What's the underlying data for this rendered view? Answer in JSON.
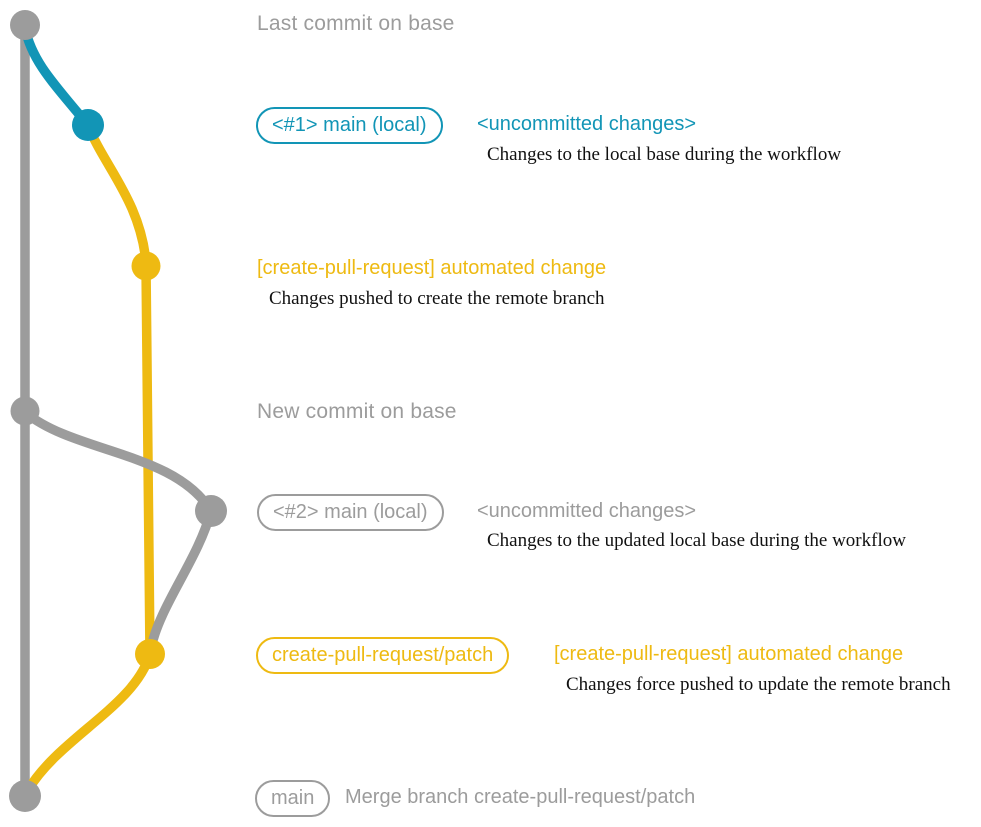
{
  "colors": {
    "gray": "#9c9c9c",
    "blue": "#1295b6",
    "yellow": "#eeba12",
    "description_text": "#111111",
    "background": "#ffffff"
  },
  "diagram": {
    "last_commit_label": "Last commit on base",
    "new_commit_label": "New commit on base",
    "row1": {
      "branch_ref": "<#1> main (local)",
      "annotation": "<uncommitted changes>",
      "description": "Changes to the local base during the workflow"
    },
    "row2": {
      "label": "[create-pull-request] automated change",
      "description": "Changes pushed to create the remote branch"
    },
    "row3": {
      "branch_ref": "<#2> main (local)",
      "annotation": "<uncommitted changes>",
      "description": "Changes to the updated local base during the workflow"
    },
    "row4": {
      "branch_ref": "create-pull-request/patch",
      "label": "[create-pull-request] automated change",
      "description": "Changes force pushed to update the remote branch"
    },
    "row5": {
      "branch_ref": "main",
      "label": "Merge branch create-pull-request/patch"
    },
    "graph_nodes": [
      {
        "name": "last-commit-on-base",
        "color": "gray"
      },
      {
        "name": "main-local-1",
        "color": "blue"
      },
      {
        "name": "automated-change-1",
        "color": "yellow"
      },
      {
        "name": "new-commit-on-base",
        "color": "gray"
      },
      {
        "name": "main-local-2",
        "color": "gray"
      },
      {
        "name": "automated-change-2",
        "color": "yellow"
      },
      {
        "name": "merge-commit",
        "color": "gray"
      }
    ]
  }
}
